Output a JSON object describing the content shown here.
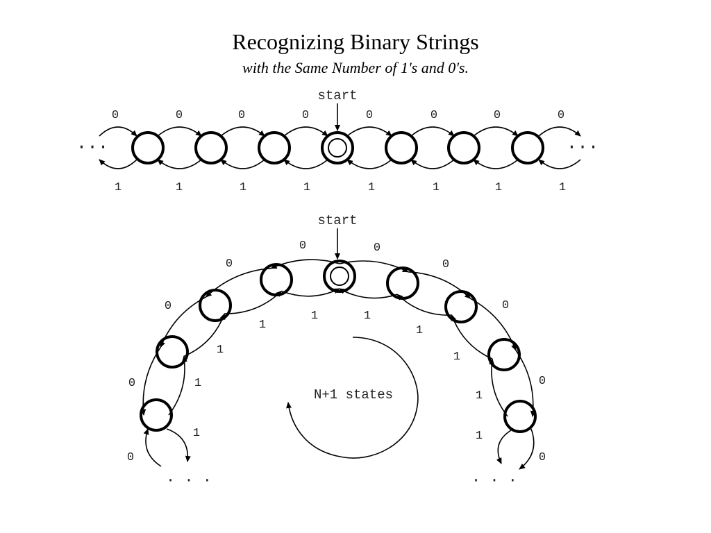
{
  "title": "Recognizing Binary Strings",
  "subtitle": "with the Same Number of 1's and 0's.",
  "linear_diagram": {
    "start_label": "start",
    "zero_label": "0",
    "one_label": "1",
    "ellipsis": "···"
  },
  "circular_diagram": {
    "start_label": "start",
    "zero_label": "0",
    "one_label": "1",
    "center_label": "N+1 states",
    "ellipsis": "· · ·"
  }
}
